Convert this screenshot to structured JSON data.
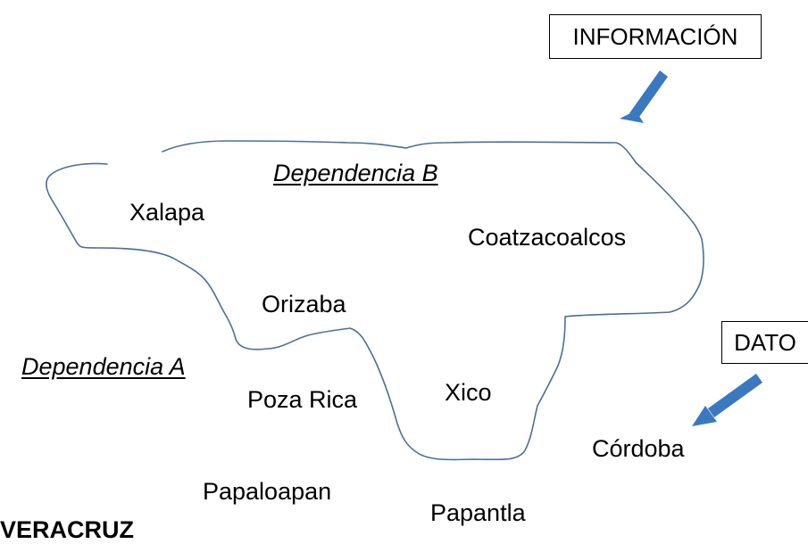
{
  "title": "VERACRUZ",
  "region_labels": {
    "dependencia_a": "Dependencia A",
    "dependencia_b": "Dependencia B"
  },
  "cities": {
    "xalapa": "Xalapa",
    "coatzacoalcos": "Coatzacoalcos",
    "orizaba": "Orizaba",
    "poza_rica": "Poza Rica",
    "xico": "Xico",
    "cordoba": "Córdoba",
    "papaloapan": "Papaloapan",
    "papantla": "Papantla"
  },
  "callouts": {
    "informacion": "INFORMACIÓN",
    "dato": "DATO"
  },
  "colors": {
    "outline": "#4a6f9a",
    "arrow": "#3a78c0",
    "text": "#000000"
  }
}
